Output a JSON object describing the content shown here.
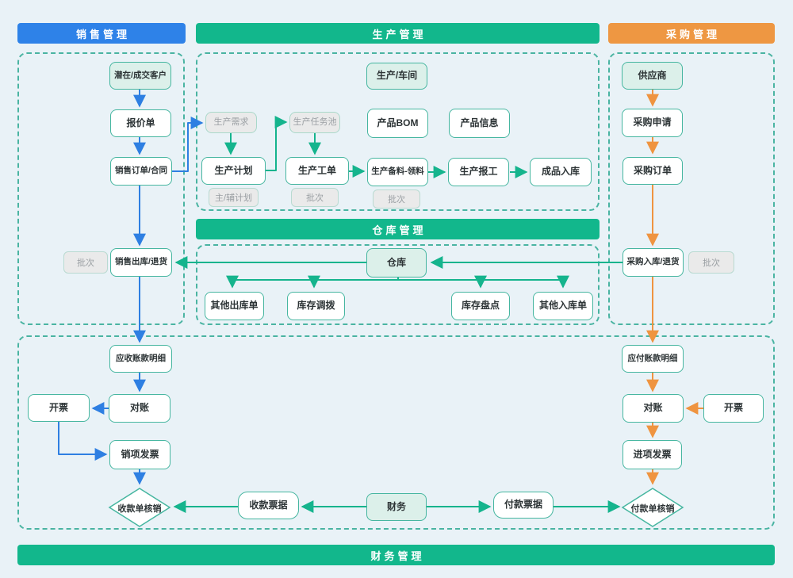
{
  "diagram": {
    "headers": {
      "sales": "销售管理",
      "production": "生产管理",
      "purchase": "采购管理",
      "warehouse": "仓库管理",
      "finance": "财务管理"
    },
    "nodes": {
      "customer": "潜在/成交客户",
      "quotation": "报价单",
      "sales_order": "销售订单/合同",
      "batch_sales": "批次",
      "sales_outbound": "销售出库/退货",
      "ar_detail": "应收账款明细",
      "recon_left": "对账",
      "invoice_left": "开票",
      "sales_invoice": "销项发票",
      "receipt_writeoff": "收款单核销",
      "prod_demand": "生产需求",
      "task_pool": "生产任务池",
      "prod_plan": "生产计划",
      "work_order": "生产工单",
      "plan_tag": "主/辅计划",
      "batch_wo": "批次",
      "workshop": "生产/车间",
      "bom": "产品BOM",
      "product_info": "产品信息",
      "material": "生产备料-领料",
      "batch_material": "批次",
      "report_work": "生产报工",
      "finished_inbound": "成品入库",
      "supplier": "供应商",
      "purchase_request": "采购申请",
      "purchase_order": "采购订单",
      "purchase_inbound": "采购入库/退货",
      "batch_purchase": "批次",
      "warehouse_node": "仓库",
      "other_outbound": "其他出库单",
      "stock_transfer": "库存调拨",
      "stock_check": "库存盘点",
      "other_inbound": "其他入库单",
      "ap_detail": "应付账款明细",
      "recon_right": "对账",
      "invoice_right": "开票",
      "input_invoice": "进项发票",
      "payment_writeoff": "付款单核销",
      "receipt_note": "收款票据",
      "finance_node": "财务",
      "payment_note": "付款票据"
    },
    "colors": {
      "background": "#e9f2f7",
      "sales_header": "#2e82e8",
      "production_header": "#12b78c",
      "purchase_header": "#ee9742",
      "arrow_blue": "#2e7fe2",
      "arrow_green": "#15b48d",
      "arrow_orange": "#ef9440",
      "node_border": "#46b6a0",
      "highlight_fill": "#dcf0ea",
      "disabled_fill": "#eaeaea"
    }
  }
}
